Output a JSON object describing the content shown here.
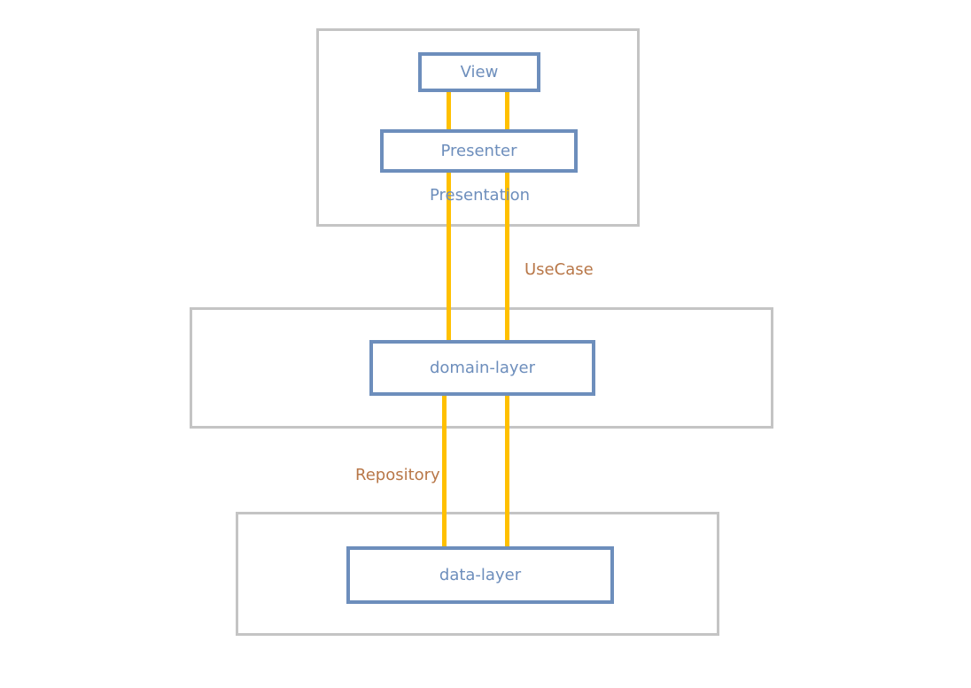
{
  "diagram": {
    "nodes": {
      "view": "View",
      "presenter": "Presenter",
      "domain": "domain-layer",
      "data": "data-layer"
    },
    "groups": {
      "presentation": "Presentation"
    },
    "edges": {
      "usecase": "UseCase",
      "repository": "Repository"
    }
  },
  "colors": {
    "node_border": "#6d8ebc",
    "node_text": "#6d8ebc",
    "container_border": "#c4c4c4",
    "connector": "#ffc000",
    "edge_label": "#b87748"
  }
}
